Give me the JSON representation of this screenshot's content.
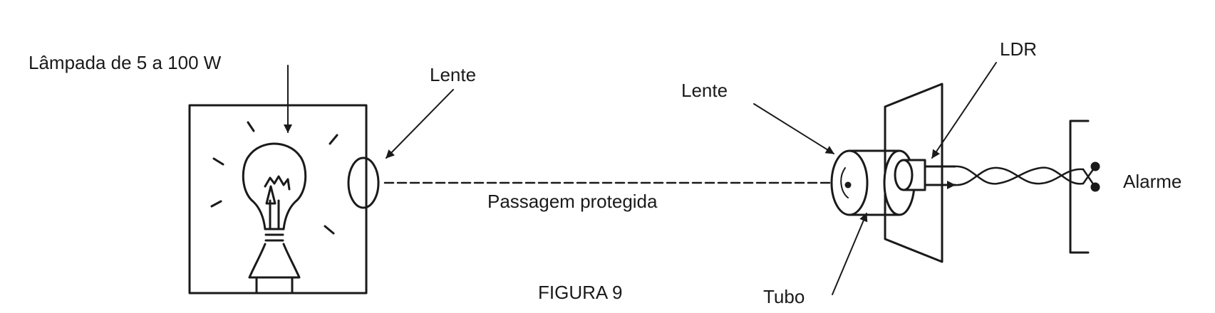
{
  "labels": {
    "lamp": "Lâmpada de 5 a 100 W",
    "lens_left": "Lente",
    "lens_right": "Lente",
    "ldr": "LDR",
    "passage": "Passagem protegida",
    "tube": "Tubo",
    "alarm": "Alarme",
    "figure": "FIGURA 9"
  },
  "colors": {
    "ink": "#1a1a1a",
    "paper": "#ffffff"
  }
}
